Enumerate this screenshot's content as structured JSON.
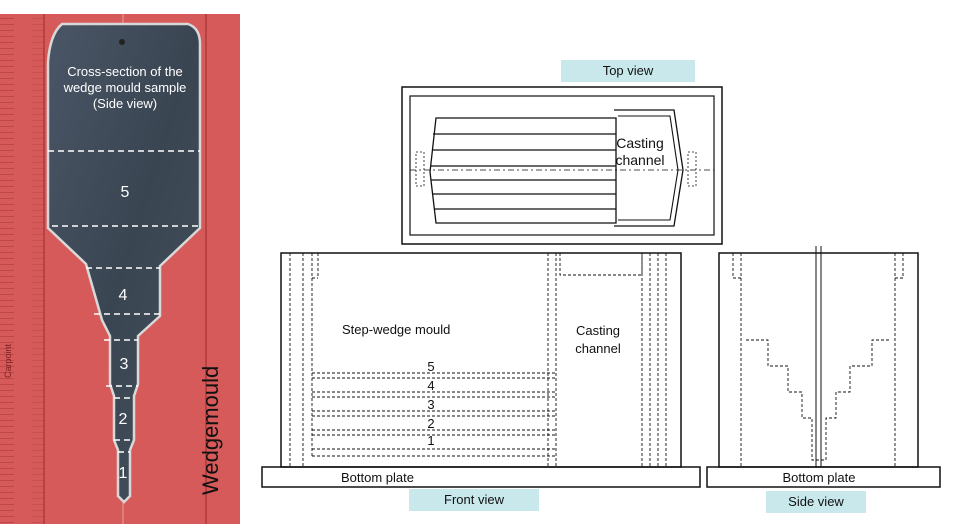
{
  "photo": {
    "caption_lines": [
      "Cross-section of the",
      "wedge mould sample",
      "(Side view)"
    ],
    "step_numbers": [
      "5",
      "4",
      "3",
      "2",
      "1"
    ],
    "vertical_label": "Wedgemould",
    "ruler_brand": "Carpoint"
  },
  "top_view": {
    "label": "Top view",
    "channel_lines": [
      "Casting",
      "channel"
    ]
  },
  "front_view": {
    "label": "Front view",
    "mould_label": "Step-wedge mould",
    "channel_lines": [
      "Casting",
      "channel"
    ],
    "step_numbers": [
      "5",
      "4",
      "3",
      "2",
      "1"
    ],
    "bottom_plate": "Bottom plate"
  },
  "side_view": {
    "label": "Side view",
    "bottom_plate": "Bottom plate"
  },
  "colors": {
    "ruler": "#d65a5a",
    "sample": "#3f4b58",
    "label_bg": "#c8e8ec"
  }
}
